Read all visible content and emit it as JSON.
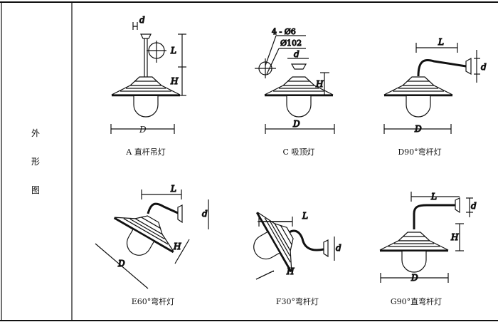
{
  "side_label": [
    "外",
    "形",
    "图"
  ],
  "captions": {
    "a": "A 直杆吊灯",
    "c": "C 吸顶灯",
    "d": "D90°弯杆灯",
    "e": "E60°弯杆灯",
    "f": "F30°弯杆灯",
    "g": "G90°直弯杆灯"
  },
  "dims": {
    "D": "D",
    "H": "H",
    "L": "L",
    "d": "d"
  },
  "annotations": {
    "holes": "4 - Ø6",
    "base_dia": "Ø102"
  }
}
